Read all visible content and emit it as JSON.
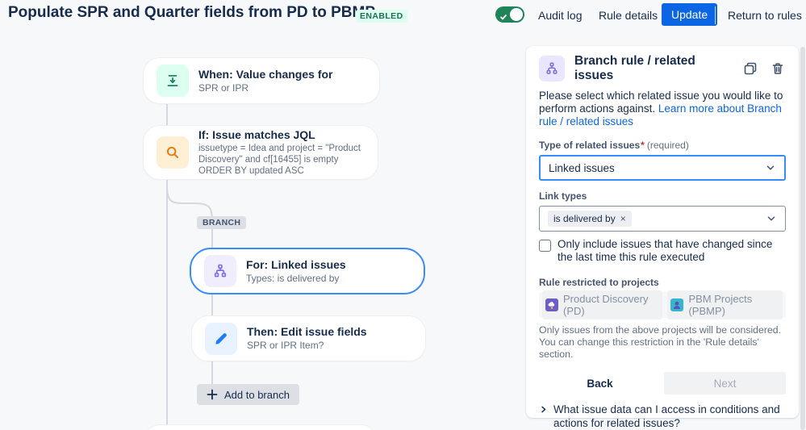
{
  "header": {
    "title": "Populate SPR and Quarter fields from PD to PBMP",
    "status": "ENABLED",
    "audit_log": "Audit log",
    "rule_details": "Rule details",
    "update": "Update",
    "return_to_rules": "Return to rules"
  },
  "canvas": {
    "branch_label": "BRANCH",
    "add_to_branch": "Add to branch",
    "nodes": {
      "when": {
        "title": "When: Value changes for",
        "subtitle": "SPR or IPR"
      },
      "if": {
        "title": "If: Issue matches JQL",
        "subtitle": "issuetype = Idea and project = \"Product Discovery\" and cf[16455] is empty ORDER BY updated ASC"
      },
      "for": {
        "title": "For: Linked issues",
        "subtitle": "Types: is delivered by"
      },
      "then": {
        "title": "Then: Edit issue fields",
        "subtitle": "SPR or IPR Item?"
      }
    }
  },
  "panel": {
    "title": "Branch rule / related issues",
    "description": "Please select which related issue you would like to perform actions against. ",
    "description_link": "Learn more about Branch rule / related issues",
    "type_field": {
      "label": "Type of related issues",
      "required_mark": "*",
      "required_hint": "(required)",
      "value": "Linked issues"
    },
    "link_types_field": {
      "label": "Link types",
      "chip": "is delivered by"
    },
    "checkbox_label": "Only include issues that have changed since the last time this rule executed",
    "projects_field": {
      "label": "Rule restricted to projects",
      "projects": [
        {
          "name": "Product Discovery (PD)"
        },
        {
          "name": "PBM Projects (PBMP)"
        }
      ],
      "note": "Only issues from the above projects will be considered. You can change this restriction in the 'Rule details' section."
    },
    "back": "Back",
    "next": "Next",
    "faq": "What issue data can I access in conditions and actions for related issues?"
  },
  "icons": {
    "remove": "×"
  },
  "colors": {
    "accent_blue": "#0C66E4",
    "focus_blue": "#388BFF",
    "toggle_green": "#1F845A",
    "badge_bg": "#DCFFF1",
    "badge_text": "#216E4E"
  }
}
